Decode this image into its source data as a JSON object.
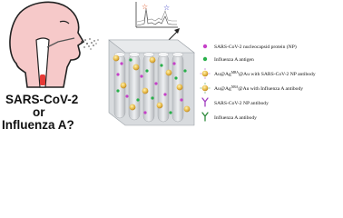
{
  "question": {
    "line1": "SARS-CoV-2",
    "line2": "or",
    "line3": "Influenza A?"
  },
  "legend": [
    {
      "id": "np",
      "text": "SARS-CoV-2 nucleocapsid protein (NP)",
      "icon": "purple-dot-icon",
      "color": "#c640c8"
    },
    {
      "id": "flu-antigen",
      "text": "Influenza A antigen",
      "icon": "green-dot-icon",
      "color": "#28b04a"
    },
    {
      "id": "np-nanoparticle",
      "pre": "Au@Ag",
      "sup": "MBA",
      "post": "@Au with SARS-CoV-2 NP antibody",
      "icon": "gold-nanoparticle-icon",
      "color": "#e3b23c"
    },
    {
      "id": "flu-nanoparticle",
      "pre": "Au@Ag",
      "sup": "NBA",
      "post": "@Au with Influenza A antibody",
      "icon": "gold-nanoparticle-icon",
      "color": "#e3b23c"
    },
    {
      "id": "np-antibody",
      "text": "SARS-CoV-2 NP antibody",
      "icon": "purple-antibody-icon",
      "color": "#a23ec0"
    },
    {
      "id": "flu-antibody",
      "text": "Influenza A antibody",
      "icon": "green-antibody-icon",
      "color": "#2c8a3a"
    }
  ],
  "spectrum": {
    "peak_markers": [
      {
        "symbol": "☆",
        "color": "#e05a2a"
      },
      {
        "symbol": "☆",
        "color": "#3b3fc4"
      }
    ]
  },
  "colors": {
    "head_fill": "#f6c9c9",
    "head_outline": "#222222",
    "throat_red": "#e53935",
    "mesh": "#cfd2d6",
    "purple": "#c640c8",
    "green": "#28b04a",
    "gold": "#e3b23c"
  }
}
